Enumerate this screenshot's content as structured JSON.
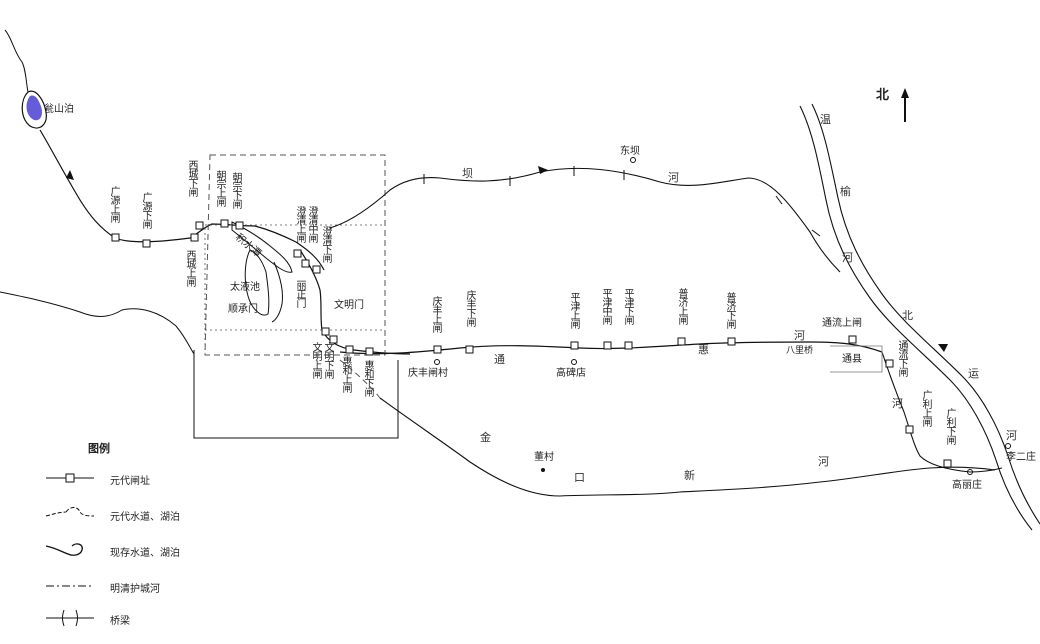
{
  "north": "北",
  "places": {
    "wengshanpo": "瓮山泊",
    "dongba": "东坝",
    "qingfengzhacun": "庆丰闸村",
    "gaobeidian": "高碑店",
    "tongxian": "通县",
    "balisi": "八里桥",
    "gaolizhuang": "高丽庄",
    "lizhuang": "李二庄",
    "dongcun": "董村",
    "jishuitan": "积水潭",
    "taiyechi": "太液池",
    "shunchengmen": "顺承门",
    "lizhengmen": "丽正门",
    "wenmingmen": "文明门"
  },
  "locks": {
    "guangyuan_up": "广源上闸",
    "guangyuan_down": "广源下闸",
    "xicheng_down": "西城下闸",
    "xicheng_up": "西城上闸",
    "chaozong_up": "朝宗上闸",
    "chaozong_down": "朝宗下闸",
    "chengqing_up": "澄清上闸",
    "chengqing_mid": "澄清中闸",
    "chengqing_down": "澄清下闸",
    "wenming_up": "文明上闸",
    "wenming_down": "文明下闸",
    "huihe_up": "惠和上闸",
    "huihe_down": "惠和下闸",
    "qingfeng_up": "庆丰上闸",
    "qingfeng_down": "庆丰下闸",
    "pingjin_up": "平津上闸",
    "pingjin_mid": "平津中闸",
    "pingjin_down": "平津下闸",
    "puji_up": "普济上闸",
    "puji_down": "普济下闸",
    "tongliu_up": "通流上闸",
    "tongliu_down": "通流下闸",
    "guangli_up": "广利上闸",
    "guangli_down": "广利下闸"
  },
  "rivers": {
    "bahe_1": "坝",
    "bahe_2": "河",
    "tonghui_1": "通",
    "tonghui_2": "惠",
    "tonghui_3": "河",
    "jinkou_1": "金",
    "jinkou_2": "口",
    "jinkou_3": "新",
    "jinkou_4": "河",
    "beiyun_1": "温",
    "beiyun_2": "榆",
    "beiyun_3": "河",
    "beiyun_4": "北",
    "beiyun_5": "运",
    "beiyun_6": "河",
    "tongliu_he": "河"
  },
  "legend": {
    "title": "图例",
    "items": [
      "元代闸址",
      "元代水道、湖泊",
      "现存水道、湖泊",
      "明清护城河",
      "桥梁"
    ]
  },
  "colors": {
    "lake_fill": "#4a3fd0",
    "line": "#111111",
    "dashed": "#555555"
  }
}
